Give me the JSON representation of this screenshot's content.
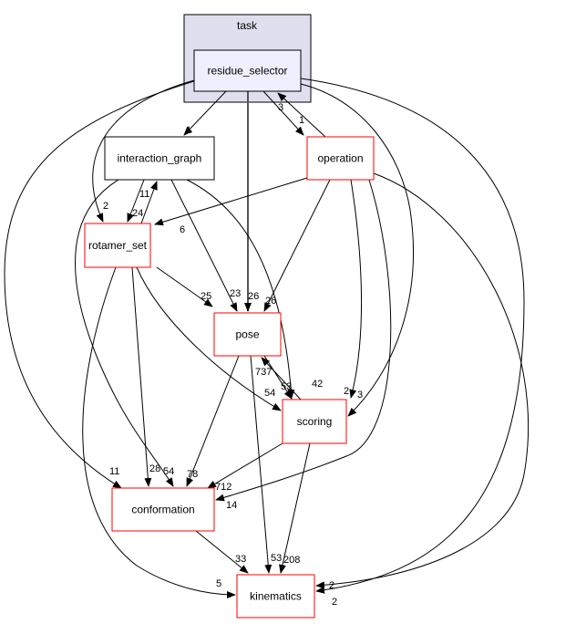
{
  "cluster": {
    "label": "task",
    "fill": "#dfdfef",
    "stroke": "#000000"
  },
  "nodes": [
    {
      "id": "residue_selector",
      "label": "residue_selector",
      "fill": "#efefff",
      "stroke": "#000000"
    },
    {
      "id": "interaction_graph",
      "label": "interaction_graph",
      "fill": "#ffffff",
      "stroke": "#000000"
    },
    {
      "id": "operation",
      "label": "operation",
      "fill": "#ffffff",
      "stroke": "#ff0000"
    },
    {
      "id": "rotamer_set",
      "label": "rotamer_set",
      "fill": "#ffffff",
      "stroke": "#ff0000"
    },
    {
      "id": "pose",
      "label": "pose",
      "fill": "#ffffff",
      "stroke": "#ff0000"
    },
    {
      "id": "scoring",
      "label": "scoring",
      "fill": "#ffffff",
      "stroke": "#ff0000"
    },
    {
      "id": "conformation",
      "label": "conformation",
      "fill": "#ffffff",
      "stroke": "#ff0000"
    },
    {
      "id": "kinematics",
      "label": "kinematics",
      "fill": "#ffffff",
      "stroke": "#ff0000"
    }
  ],
  "edges": [
    {
      "from": "residue_selector",
      "to": "interaction_graph",
      "label": "1"
    },
    {
      "from": "residue_selector",
      "to": "pose",
      "label": "26"
    },
    {
      "from": "residue_selector",
      "to": "operation",
      "label": "1"
    },
    {
      "from": "residue_selector",
      "to": "rotamer_set",
      "label": "2"
    },
    {
      "from": "residue_selector",
      "to": "conformation",
      "label": "11"
    },
    {
      "from": "residue_selector",
      "to": "scoring",
      "label": "3"
    },
    {
      "from": "residue_selector",
      "to": "kinematics",
      "label": "2"
    },
    {
      "from": "operation",
      "to": "residue_selector",
      "label": "3"
    },
    {
      "from": "interaction_graph",
      "to": "rotamer_set",
      "label": "24"
    },
    {
      "from": "interaction_graph",
      "to": "pose",
      "label": "23"
    },
    {
      "from": "interaction_graph",
      "to": "scoring",
      "label": "42"
    },
    {
      "from": "interaction_graph",
      "to": "conformation",
      "label": "28"
    },
    {
      "from": "rotamer_set",
      "to": "interaction_graph",
      "label": "11"
    },
    {
      "from": "operation",
      "to": "rotamer_set",
      "label": "6"
    },
    {
      "from": "operation",
      "to": "pose",
      "label": "26"
    },
    {
      "from": "operation",
      "to": "scoring",
      "label": "2"
    },
    {
      "from": "operation",
      "to": "conformation",
      "label": "14"
    },
    {
      "from": "operation",
      "to": "kinematics",
      "label": "2"
    },
    {
      "from": "rotamer_set",
      "to": "pose",
      "label": "25"
    },
    {
      "from": "rotamer_set",
      "to": "scoring",
      "label": "54"
    },
    {
      "from": "rotamer_set",
      "to": "conformation",
      "label": "54"
    },
    {
      "from": "rotamer_set",
      "to": "kinematics",
      "label": "5"
    },
    {
      "from": "pose",
      "to": "scoring",
      "label": "53"
    },
    {
      "from": "pose",
      "to": "conformation",
      "label": "78"
    },
    {
      "from": "pose",
      "to": "kinematics",
      "label": "53"
    },
    {
      "from": "scoring",
      "to": "pose",
      "label": "737"
    },
    {
      "from": "scoring",
      "to": "conformation",
      "label": "712"
    },
    {
      "from": "scoring",
      "to": "kinematics",
      "label": "208"
    },
    {
      "from": "conformation",
      "to": "kinematics",
      "label": "33"
    }
  ]
}
